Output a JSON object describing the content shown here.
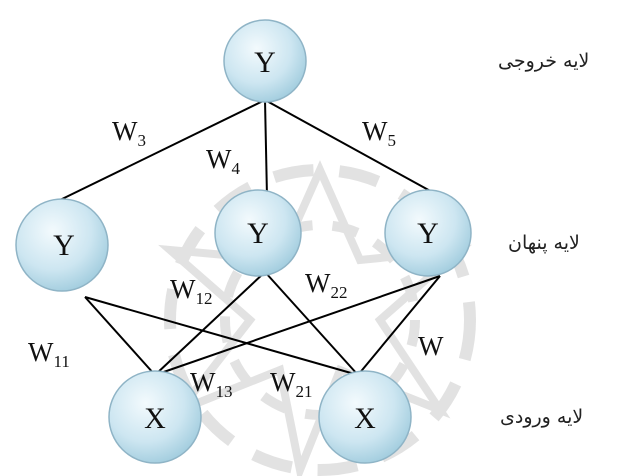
{
  "layers": {
    "output": "لایه خروجی",
    "hidden": "لایه پنهان",
    "input": "لایه ورودی"
  },
  "nodes": {
    "output": "Y",
    "hidden_left": "Y",
    "hidden_middle": "Y",
    "hidden_right": "Y",
    "input_left": "X",
    "input_right": "X"
  },
  "weights": {
    "w3": {
      "base": "W",
      "sub": "3"
    },
    "w4": {
      "base": "W",
      "sub": "4"
    },
    "w5": {
      "base": "W",
      "sub": "5"
    },
    "w11": {
      "base": "W",
      "sub": "11"
    },
    "w12": {
      "base": "W",
      "sub": "12"
    },
    "w13": {
      "base": "W",
      "sub": "13"
    },
    "w21": {
      "base": "W",
      "sub": "21"
    },
    "w22": {
      "base": "W",
      "sub": "22"
    },
    "w": {
      "base": "W",
      "sub": ""
    }
  },
  "colors": {
    "node_fill_light": "#eef7fb",
    "node_fill_dark": "#a9d3e4",
    "node_stroke": "#8fb4c6",
    "edge": "#000000",
    "watermark": "#d6d6d6"
  }
}
